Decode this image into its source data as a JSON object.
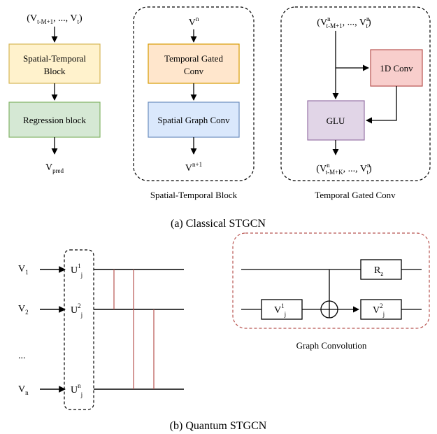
{
  "top": {
    "left": {
      "input": {
        "base": "(V",
        "sub": "t-M+1",
        "rest": ", ..., V",
        "sub2": "t",
        "close": ")"
      },
      "stb_label_1": "Spatial-Temporal",
      "stb_label_2": "Block",
      "regression_label": "Regression block",
      "output": {
        "base": "V",
        "sub": "pred"
      }
    },
    "middle": {
      "input": {
        "base": "V",
        "sup": "n"
      },
      "tgc_label_1": "Temporal Gated",
      "tgc_label_2": "Conv",
      "sgc_label": "Spatial Graph Conv",
      "output": {
        "base": "V",
        "sup": "n+1"
      },
      "caption": "Spatial-Temporal Block"
    },
    "right": {
      "input": {
        "p1": "(V",
        "sup1": "n",
        "sub1": "t-M+1",
        "p2": ", ..., V",
        "sup2": "n",
        "sub2": "t",
        "p3": ")"
      },
      "conv1d_label": "1D Conv",
      "glu_label": "GLU",
      "output": {
        "p1": "(V",
        "sup1": "n",
        "sub1": "t-M+K",
        "p2": ", ..., V",
        "sup2": "n",
        "sub2": "t",
        "p3": ")"
      },
      "caption": "Temporal Gated Conv"
    },
    "caption": "(a) Classical STGCN"
  },
  "bottom": {
    "inputs": [
      {
        "base": "V",
        "sub": "1"
      },
      {
        "base": "V",
        "sub": "2"
      },
      {
        "base": "...",
        "sub": ""
      },
      {
        "base": "V",
        "sub": "n"
      }
    ],
    "gates": [
      {
        "base": "U",
        "sup": "1",
        "sub": "j"
      },
      {
        "base": "U",
        "sup": "2",
        "sub": "j"
      },
      {
        "base": "U",
        "sup": "n",
        "sub": "j"
      }
    ],
    "graph_conv": {
      "rz": {
        "base": "R",
        "sub": "z"
      },
      "v1": {
        "base": "V",
        "sup": "1",
        "sub": "j"
      },
      "v2": {
        "base": "V",
        "sup": "2",
        "sub": "j"
      },
      "caption": "Graph Convolution"
    },
    "caption": "(b) Quantum STGCN"
  },
  "colors": {
    "yellow_fill": "#fff2cc",
    "yellow_stroke": "#d6b656",
    "green_fill": "#d5e8d4",
    "green_stroke": "#82b366",
    "orange_fill": "#ffe6cc",
    "orange_stroke": "#d79b00",
    "blue_fill": "#dae8fc",
    "blue_stroke": "#6c8ebf",
    "red_fill": "#f8cecc",
    "red_stroke": "#b85450",
    "purple_fill": "#e1d5e7",
    "purple_stroke": "#9673a6",
    "red_line": "#b85450",
    "dash_red": "#b85450"
  }
}
